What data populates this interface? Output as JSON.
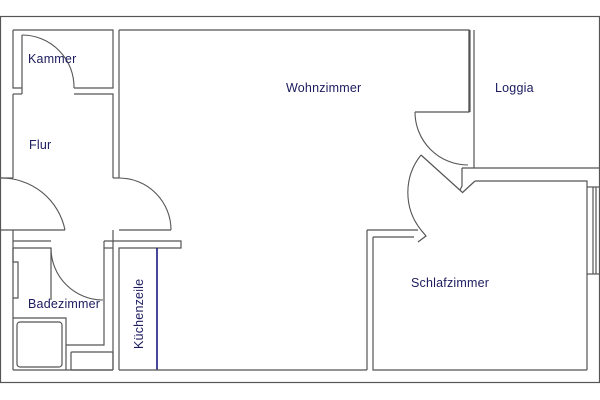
{
  "diagram": {
    "type": "floor-plan",
    "line_color": "#555555",
    "label_color": "#1b1b5e",
    "counter_color": "#1a1a80"
  },
  "rooms": {
    "kammer": {
      "label": "Kammer"
    },
    "flur": {
      "label": "Flur"
    },
    "wohnzimmer": {
      "label": "Wohnzimmer"
    },
    "loggia": {
      "label": "Loggia"
    },
    "schlafzimmer": {
      "label": "Schlafzimmer"
    },
    "badezimmer": {
      "label": "Badezimmer"
    },
    "kuechenzeile": {
      "label": "Küchenzeile"
    }
  }
}
